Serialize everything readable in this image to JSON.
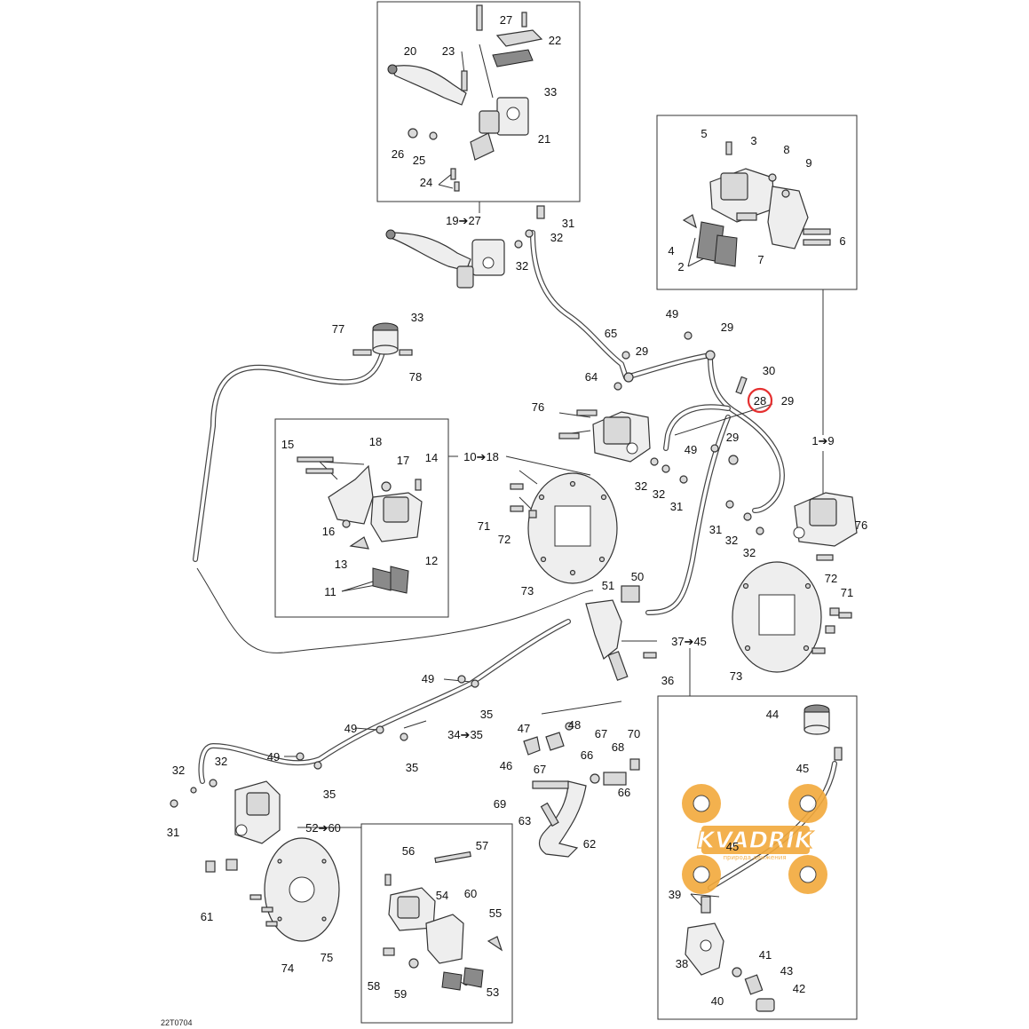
{
  "diagram_code": "22T0704",
  "watermark": {
    "brand": "KVADRIK",
    "tagline": "природа движения",
    "color": "#f2a93b"
  },
  "highlight_color": "#e53030",
  "highlighted_ref": "28",
  "refs": {
    "r1": "1➔9",
    "r2": "2",
    "r3": "3",
    "r4": "4",
    "r5": "5",
    "r6": "6",
    "r7": "7",
    "r8": "8",
    "r9": "9",
    "r10": "10➔18",
    "r11": "11",
    "r12": "12",
    "r13": "13",
    "r14": "14",
    "r15": "15",
    "r16": "16",
    "r17": "17",
    "r18": "18",
    "r19": "19➔27",
    "r20": "20",
    "r21": "21",
    "r22": "22",
    "r23": "23",
    "r24": "24",
    "r25": "25",
    "r26": "26",
    "r27": "27",
    "r28": "28",
    "r28b": "29",
    "r29a": "29",
    "r29b": "29",
    "r29c": "29",
    "r30": "30",
    "r31a": "31",
    "r31b": "31",
    "r31c": "31",
    "r31d": "31",
    "r32a": "32",
    "r32b": "32",
    "r32c": "32",
    "r32d": "32",
    "r32e": "32",
    "r32f": "32",
    "r32g": "32",
    "r32h": "32",
    "r33a": "33",
    "r33b": "33",
    "r34": "34➔35",
    "r35a": "35",
    "r35b": "35",
    "r35c": "35",
    "r36": "36",
    "r37": "37➔45",
    "r38": "38",
    "r39": "39",
    "r40": "40",
    "r41": "41",
    "r42": "42",
    "r43": "43",
    "r44": "44",
    "r45a": "45",
    "r45b": "45",
    "r46": "46",
    "r47": "47",
    "r48": "48",
    "r49a": "49",
    "r49b": "49",
    "r49c": "49",
    "r49d": "49",
    "r49e": "49",
    "r50": "50",
    "r51": "51",
    "r52": "52➔60",
    "r53": "53",
    "r54": "54",
    "r55": "55",
    "r56": "56",
    "r57": "57",
    "r58": "58",
    "r59": "59",
    "r60": "60",
    "r61": "61",
    "r62": "62",
    "r63": "63",
    "r64": "64",
    "r65": "65",
    "r66a": "66",
    "r66b": "66",
    "r67a": "67",
    "r67b": "67",
    "r68": "68",
    "r69": "69",
    "r70": "70",
    "r71a": "71",
    "r71b": "71",
    "r72a": "72",
    "r72b": "72",
    "r73a": "73",
    "r73b": "73",
    "r74": "74",
    "r75": "75",
    "r76a": "76",
    "r76b": "76",
    "r77": "77",
    "r78": "78"
  }
}
